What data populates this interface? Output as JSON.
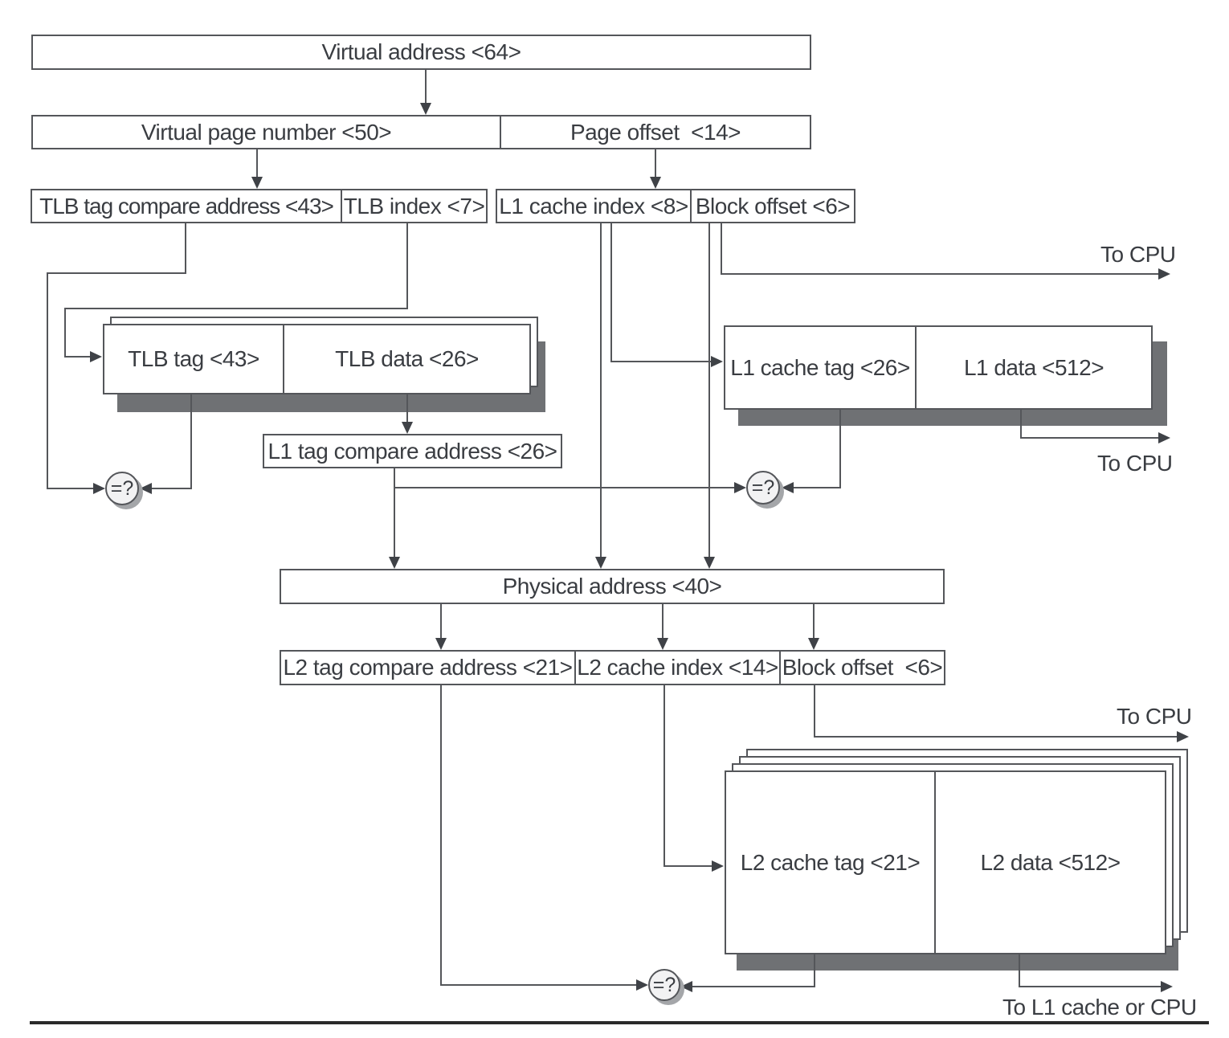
{
  "diagram": {
    "description": "Virtual address to L1/L2 cache translation datapath",
    "boxes": {
      "virtual_address": "Virtual address <64>",
      "virtual_page_number": "Virtual page number <50>",
      "page_offset": "Page offset  <14>",
      "tlb_tag_compare_address": "TLB tag compare address <43>",
      "tlb_index": "TLB index <7>",
      "l1_cache_index": "L1 cache index <8>",
      "block_offset": "Block offset <6>",
      "tlb_tag": "TLB tag <43>",
      "tlb_data": "TLB data <26>",
      "l1_cache_tag": "L1 cache tag <26>",
      "l1_data": "L1 data <512>",
      "l1_tag_compare_address": "L1 tag compare address <26>",
      "physical_address": "Physical address <40>",
      "l2_tag_compare_address": "L2 tag compare address <21>",
      "l2_cache_index": "L2 cache index <14>",
      "l2_block_offset": "Block offset  <6>",
      "l2_cache_tag": "L2 cache tag <21>",
      "l2_data": "L2 data <512>"
    },
    "comparator": "=?",
    "annotations": {
      "to_cpu": "To CPU",
      "to_l1_cache_or_cpu": "To L1 cache or CPU"
    },
    "colors": {
      "line": "#54565a",
      "text": "#3a3d42",
      "box_shadow": "#6f7174",
      "background": "#ffffff"
    }
  }
}
